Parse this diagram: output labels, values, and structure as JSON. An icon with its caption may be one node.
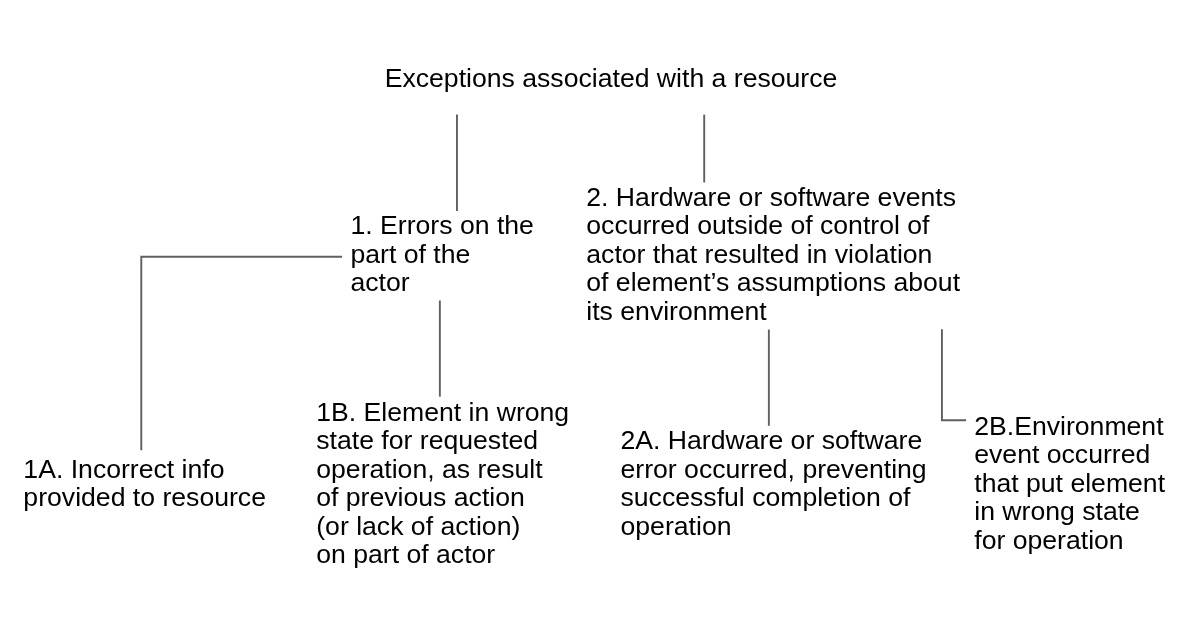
{
  "diagram": {
    "nodes": [
      {
        "text": [
          "Exceptions associated with a resource"
        ]
      },
      {
        "text": [
          "1. Errors on the part of the actor"
        ]
      },
      {
        "text": [
          "2. Hardware or software events occurred outside of control of actor that resulted in violation of element’s assumptions about its environment"
        ]
      },
      {
        "text": [
          "1A. Incorrect info provided to resource"
        ]
      },
      {
        "text": [
          "1B. Element in wrong state for requested operation, as result of previous action (or lack of action) on part of actor"
        ]
      },
      {
        "text": [
          "2A. Hardware or software error occurred, preventing successful completion of operation"
        ]
      },
      {
        "text": [
          "2B.Environment event occurred that put element in wrong state for operation"
        ]
      }
    ],
    "edges": [
      {
        "from": 0,
        "to": 1,
        "arrow": "none"
      },
      {
        "from": 0,
        "to": 2,
        "arrow": "none"
      },
      {
        "from": 1,
        "to": 3,
        "arrow": "none"
      },
      {
        "from": 1,
        "to": 4,
        "arrow": "none"
      },
      {
        "from": 2,
        "to": 5,
        "arrow": "none"
      },
      {
        "from": 2,
        "to": 6,
        "arrow": "none"
      }
    ]
  }
}
